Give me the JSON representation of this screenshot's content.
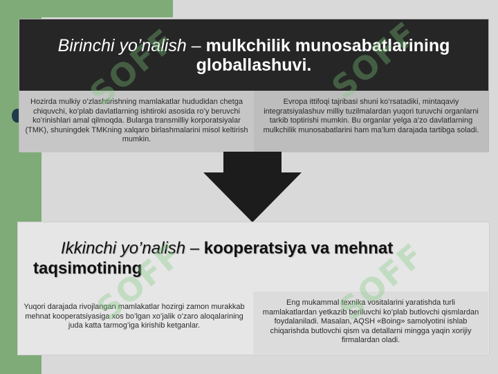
{
  "top_section": {
    "title_lead": "Birinchi yo’nalish – ",
    "title_strong": "mulkchilik munosabatlarining globallashuvi.",
    "left_text": "Hozirda mulkiy o’zlashtirishning mamlakatlar hududidan chetga chiquvchi, ko’plab davlatlarning ishtiroki asosida ro’y beruvchi ko’rinishlari amal qilmoqda. Bularga transmilliy korporatsiyalar (TMK), shuningdek TMKning xalqaro birlashmalarini misol keltirish mumkin.",
    "right_text": "Evropa ittifoqi tajribasi shuni ko’rsatadiki, mintaqaviy integratsiyalashuv milliy tuzilmalardan yuqori turuvchi organlarni tarkib toptirishi mumkin. Bu organlar yelga a’zo davlatlarning mulkchilik munosabatlarini ham ma’lum darajada tartibga soladi."
  },
  "bottom_section": {
    "title_lead": "Ikkinchi yo’nalish – ",
    "title_strong": "kooperatsiya va mehnat taqsimotining",
    "left_text": "Yuqori darajada rivojlangan mamlakatlar hozirgi zamon murakkab mehnat kooperatsiyasiga xos bo’lgan xo’jalik o’zaro aloqalarining juda katta tarmog’iga kirishib ketganlar.",
    "right_text": "Eng mukammal texnika vositalarini yaratishda turli mamlakatlardan yetkazib beriluvchi ko’plab butlovchi qismlardan foydalaniladi. Masalan, AQSH «Boing» samolyotini ishlab chiqarishda butlovchi qism va detallarni mingga yaqin xorijiy firmalardan oladi."
  },
  "watermark": {
    "text": "SOFF"
  },
  "colors": {
    "header_bg": "#262626",
    "accent_green": "#7eab78",
    "arrow": "#1c1c1c"
  }
}
